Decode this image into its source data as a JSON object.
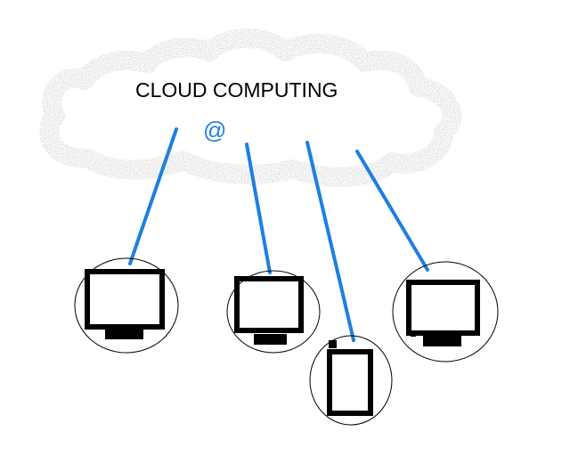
{
  "cloud": {
    "title": "CLOUD COMPUTING",
    "symbol": "@"
  },
  "colors": {
    "cloud_texture": "#bdbdbd",
    "link_line": "#1e7fe0",
    "device_stroke": "#000000",
    "at_symbol": "#1e7fe0"
  },
  "devices": [
    {
      "name": "monitor-1",
      "kind": "monitor"
    },
    {
      "name": "monitor-2",
      "kind": "monitor"
    },
    {
      "name": "tablet",
      "kind": "tablet"
    },
    {
      "name": "monitor-3",
      "kind": "monitor"
    }
  ]
}
